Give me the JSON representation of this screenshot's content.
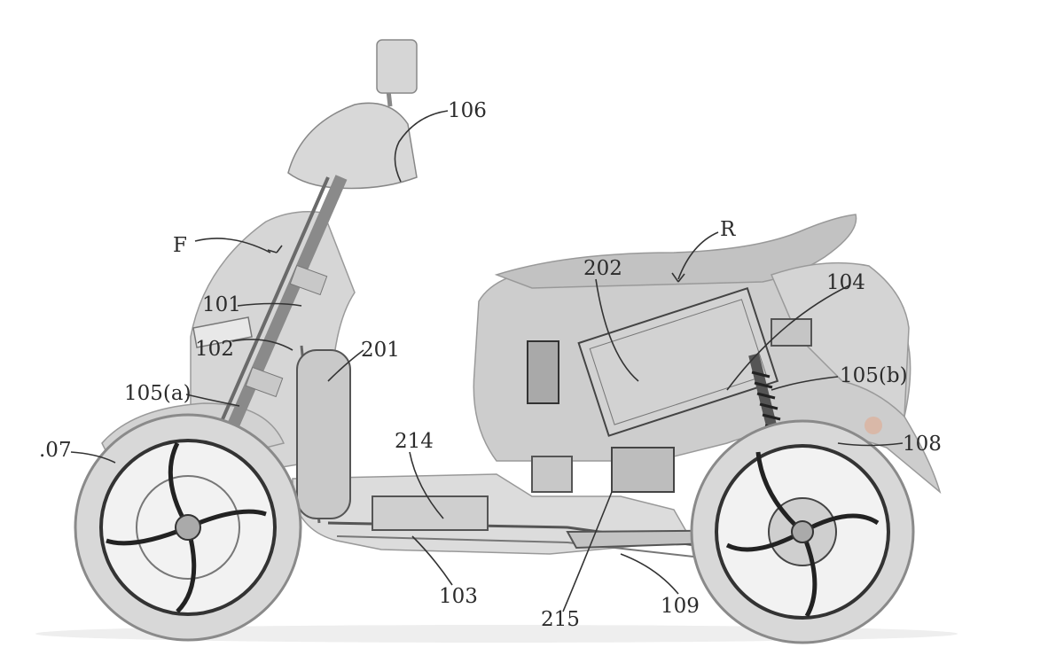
{
  "figure": {
    "labels": {
      "front_portion": "F",
      "rear_portion": "R",
      "l101": "101",
      "l102": "102",
      "l103": "103",
      "l104": "104",
      "l105a": "105(a)",
      "l105b": "105(b)",
      "l106": "106",
      "l107": ".07",
      "l108": "108",
      "l109": "109",
      "l201": "201",
      "l202": "202",
      "l214": "214",
      "l215": "215"
    },
    "colors": {
      "body_fill": "#cfcfcf",
      "body_dark": "#b4b4b4",
      "line": "#3a3a3a",
      "tire": "#d9d9d9"
    }
  }
}
